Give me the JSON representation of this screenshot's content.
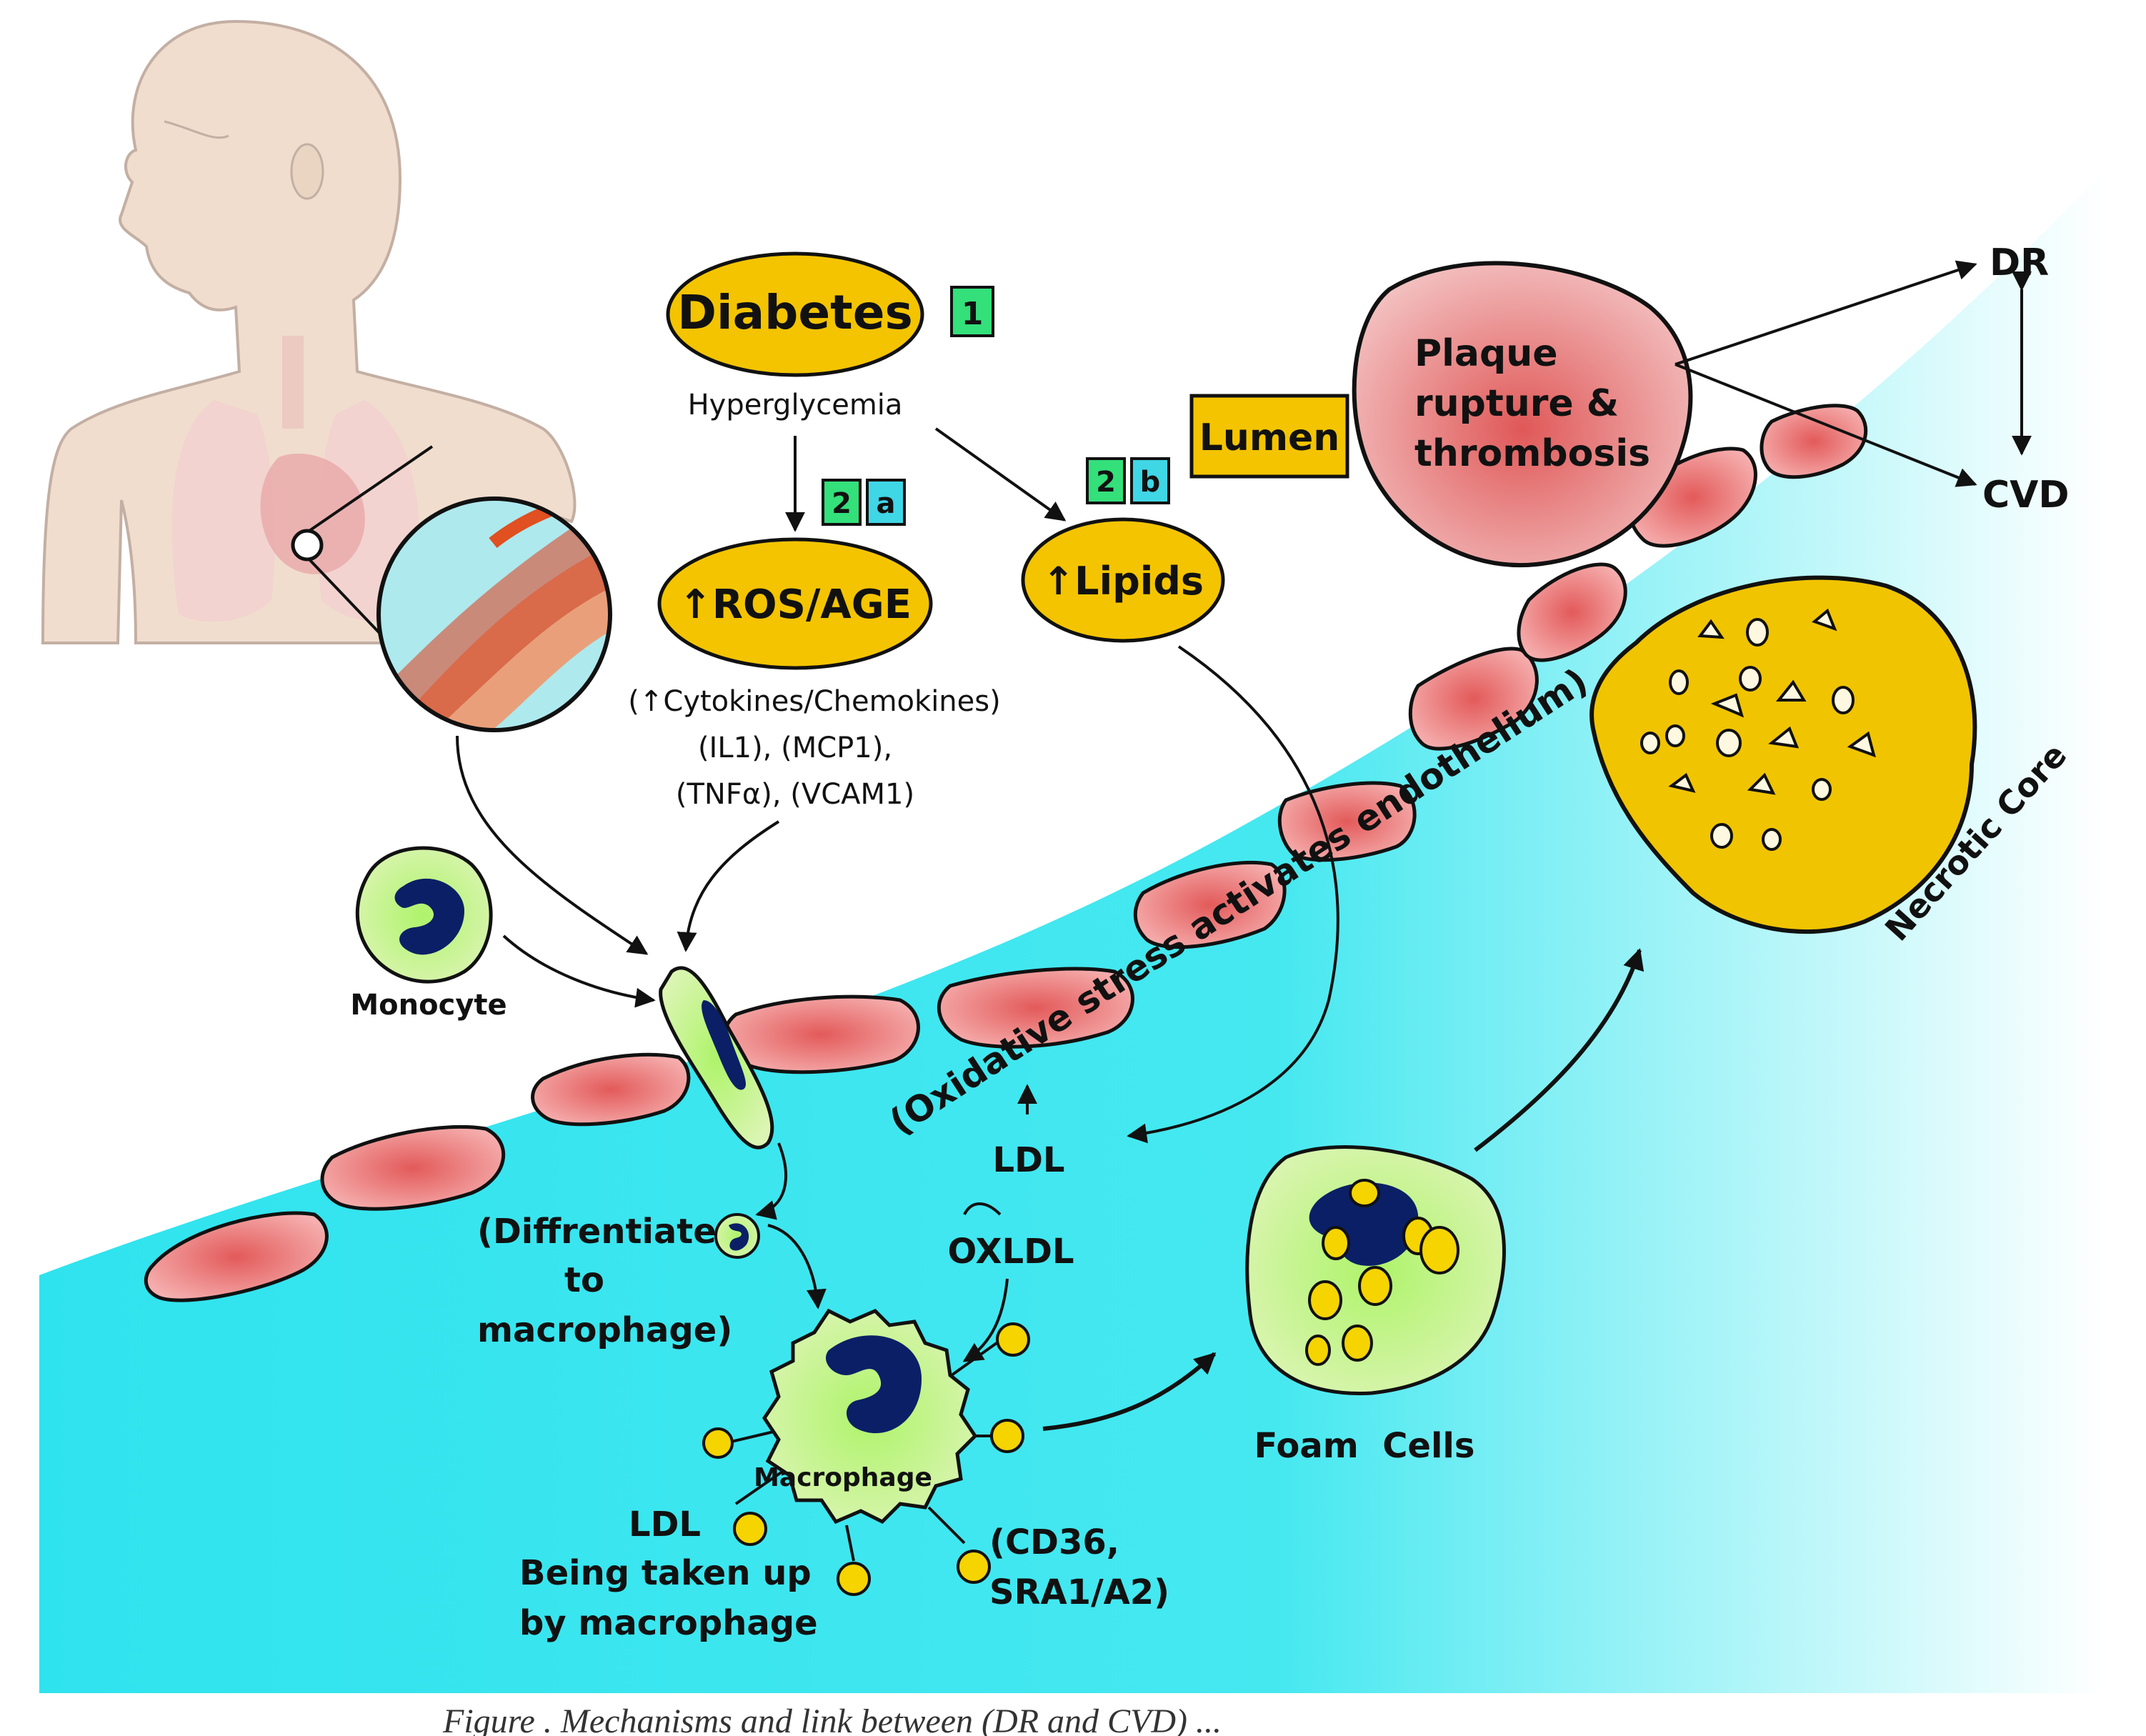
{
  "labels": {
    "diabetes": "Diabetes",
    "hyperglycemia": "Hyperglycemia",
    "ros_age": "↑ROS/AGE",
    "lipids": "↑Lipids",
    "lumen": "Lumen",
    "plaque_line1": "Plaque",
    "plaque_line2": "rupture &",
    "plaque_line3": "thrombosis",
    "dr": "DR",
    "cvd": "CVD",
    "cytokines_line1": "(↑Cytokines/Chemokines)",
    "cytokines_line2": "(IL1), (MCP1),",
    "cytokines_line3": "(TNFα), (VCAM1)",
    "monocyte": "Monocyte",
    "oxidative": "(Oxidative stress activates endothelium)",
    "necrotic": "Necrotic Core",
    "ldl_upper": "LDL",
    "oxldl": "OXLDL",
    "diff_line1": "(Diffrentiate",
    "diff_line2": "to",
    "diff_line3": "macrophage)",
    "macrophage": "Macrophage",
    "foam": "Foam  Cells",
    "ldl_lower_line1": "LDL",
    "ldl_lower_line2": "Being taken up",
    "ldl_lower_line3": "by macrophage",
    "receptors_line1": "(CD36,",
    "receptors_line2": "SRA1/A2)"
  },
  "badges": {
    "b1": "1",
    "b2a_num": "2",
    "b2a_letter": "a",
    "b2b_num": "2",
    "b2b_letter": "b"
  },
  "caption_fragment": "Figure . Mechanisms and link between (DR and CVD) ...",
  "colors": {
    "fluid": "#33e6ee",
    "endothelium": "#ee7474",
    "yellow": "#f4c400",
    "badge_green": "#33e07a",
    "badge_cyan": "#3fd6e6",
    "cell_green": "#c7f08a",
    "nucleus": "#0b1f66",
    "plaque": "#e98a8a",
    "skin": "#e8d2c2"
  }
}
